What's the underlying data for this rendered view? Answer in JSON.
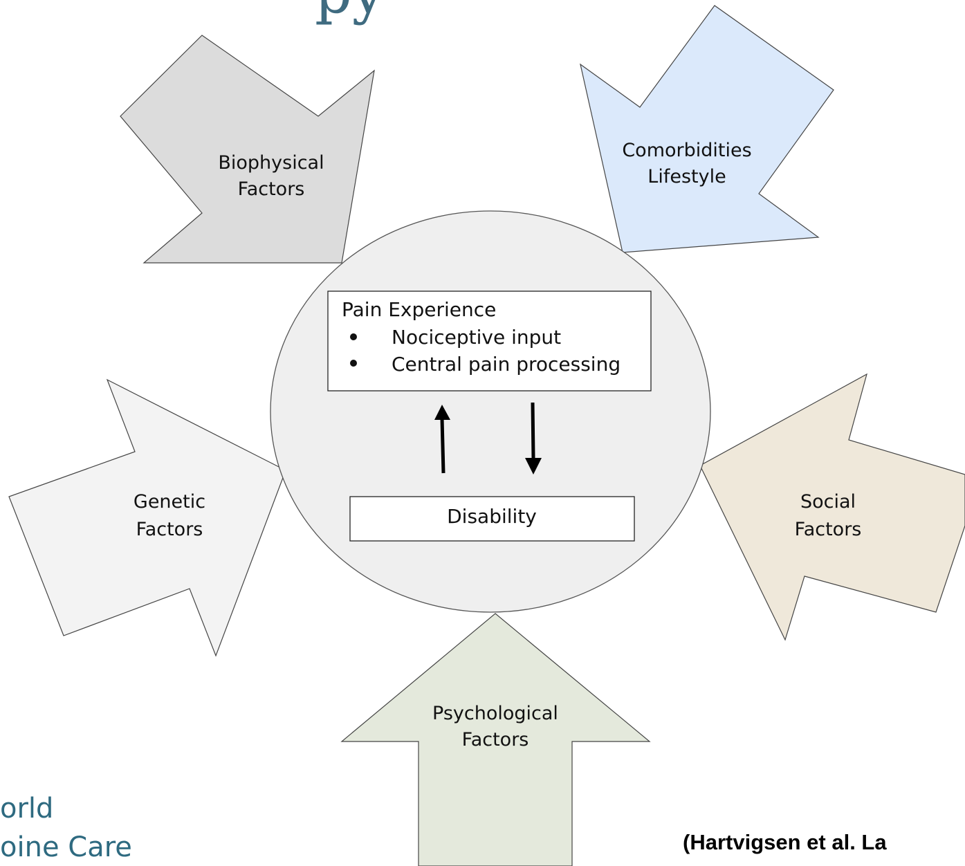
{
  "title_fragment": "py",
  "center": {
    "pain_box_title": "Pain Experience",
    "pain_box_bullets": [
      "Nociceptive input",
      "Central pain processing"
    ],
    "disability_label": "Disability"
  },
  "arrows": [
    {
      "id": "biophysical",
      "lines": [
        "Biophysical",
        "Factors"
      ],
      "color": "#dcdcdc"
    },
    {
      "id": "comorbidities",
      "lines": [
        "Comorbidities",
        "Lifestyle"
      ],
      "color": "#dbe9fb"
    },
    {
      "id": "genetic",
      "lines": [
        "Genetic",
        "Factors"
      ],
      "color": "#f3f3f3"
    },
    {
      "id": "social",
      "lines": [
        "Social",
        "Factors"
      ],
      "color": "#efe8da"
    },
    {
      "id": "psychological",
      "lines": [
        "Psychological",
        "Factors"
      ],
      "color": "#e4e9dc"
    }
  ],
  "logo": {
    "line1": "orld",
    "line2": "oine Care"
  },
  "citation": "(Hartvigsen et al. La"
}
